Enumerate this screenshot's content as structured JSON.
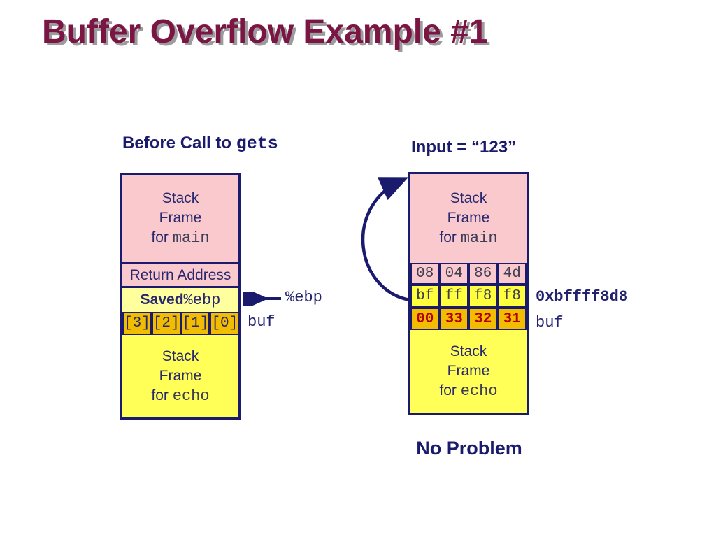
{
  "title": "Buffer Overflow Example #1",
  "left": {
    "heading_text": "Before Call to ",
    "heading_code": "gets",
    "frame_main": [
      "Stack",
      "Frame",
      "for ",
      "main"
    ],
    "return_address": "Return Address",
    "saved_label": "Saved ",
    "saved_code": "%ebp",
    "buf_cells": [
      "[3]",
      "[2]",
      "[1]",
      "[0]"
    ],
    "buf_label": "buf",
    "ebp_label": "%ebp",
    "frame_echo": [
      "Stack",
      "Frame",
      "for ",
      "echo"
    ]
  },
  "right": {
    "heading": "Input = “123”",
    "frame_main": [
      "Stack",
      "Frame",
      "for ",
      "main"
    ],
    "row_return_addr": [
      "08",
      "04",
      "86",
      "4d"
    ],
    "row_saved_ebp": [
      "bf",
      "ff",
      "f8",
      "f8"
    ],
    "row_buf": [
      "00",
      "33",
      "32",
      "31"
    ],
    "address_label": "0xbffff8d8",
    "buf_label": "buf",
    "frame_echo": [
      "Stack",
      "Frame",
      "for ",
      "echo"
    ],
    "caption": "No Problem"
  },
  "colors": {
    "title_maroon": "#7a1544",
    "title_shadow": "#9c9c9e",
    "navy": "#1b1b6e",
    "pink": "#fac9ce",
    "pale_yellow": "#ffff9e",
    "bright_yellow": "#ffff3d",
    "frame_yellow": "#ffff57",
    "orange": "#f2bc00",
    "overwrite_red": "#b40000"
  }
}
